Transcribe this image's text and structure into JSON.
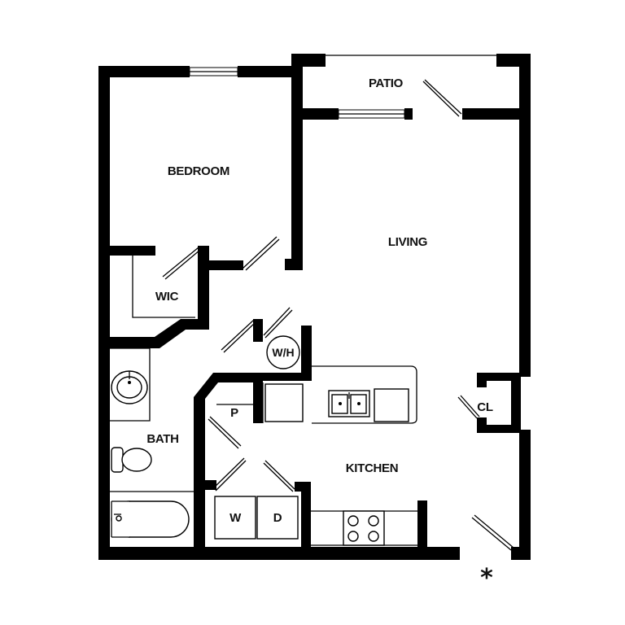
{
  "rooms": {
    "patio": "PATIO",
    "bedroom": "BEDROOM",
    "living": "LIVING",
    "wic": "WIC",
    "water_heater": "W/H",
    "bath": "BATH",
    "pantry": "P",
    "closet": "CL",
    "kitchen": "KITCHEN",
    "washer": "W",
    "dryer": "D"
  },
  "entry_marker": "*"
}
